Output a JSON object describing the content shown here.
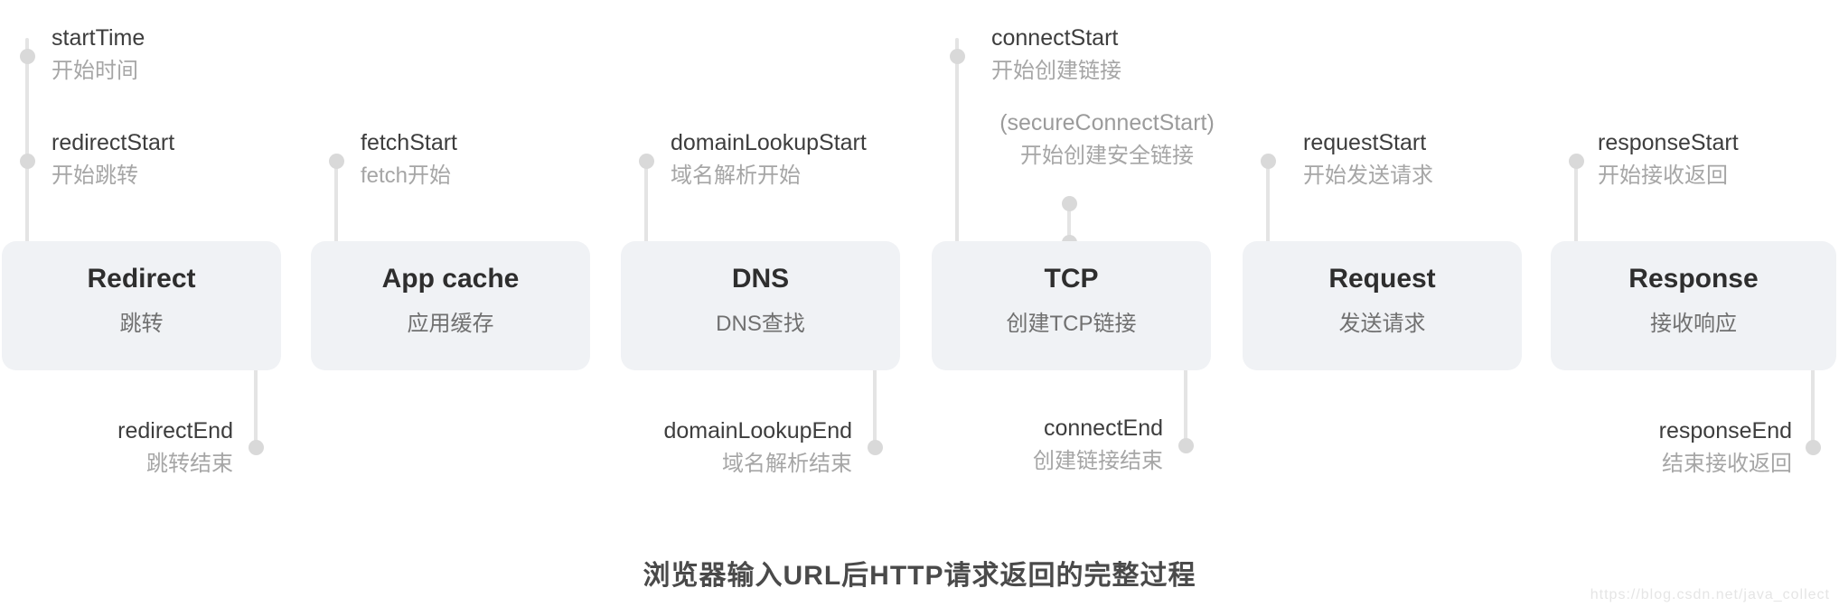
{
  "diagram": {
    "caption": "浏览器输入URL后HTTP请求返回的完整过程",
    "watermark": "https://blog.csdn.net/java_collect"
  },
  "stages": [
    {
      "id": "redirect",
      "title": "Redirect",
      "subtitle": "跳转"
    },
    {
      "id": "app-cache",
      "title": "App cache",
      "subtitle": "应用缓存"
    },
    {
      "id": "dns",
      "title": "DNS",
      "subtitle": "DNS查找"
    },
    {
      "id": "tcp",
      "title": "TCP",
      "subtitle": "创建TCP链接"
    },
    {
      "id": "request",
      "title": "Request",
      "subtitle": "发送请求"
    },
    {
      "id": "response",
      "title": "Response",
      "subtitle": "接收响应"
    }
  ],
  "markers": {
    "startTime": {
      "en": "startTime",
      "zh": "开始时间"
    },
    "redirectStart": {
      "en": "redirectStart",
      "zh": "开始跳转"
    },
    "redirectEnd": {
      "en": "redirectEnd",
      "zh": "跳转结束"
    },
    "fetchStart": {
      "en": "fetchStart",
      "zh": "fetch开始"
    },
    "domainLookupStart": {
      "en": "domainLookupStart",
      "zh": "域名解析开始"
    },
    "domainLookupEnd": {
      "en": "domainLookupEnd",
      "zh": "域名解析结束"
    },
    "connectStart": {
      "en": "connectStart",
      "zh": "开始创建链接"
    },
    "secureConnectStart": {
      "en": "(secureConnectStart)",
      "zh": "开始创建安全链接"
    },
    "connectEnd": {
      "en": "connectEnd",
      "zh": "创建链接结束"
    },
    "requestStart": {
      "en": "requestStart",
      "zh": "开始发送请求"
    },
    "responseStart": {
      "en": "responseStart",
      "zh": "开始接收返回"
    },
    "responseEnd": {
      "en": "responseEnd",
      "zh": "结束接收返回"
    }
  },
  "colors": {
    "box_fill": "#f0f2f5",
    "connector": "#e4e4e4",
    "dot": "#d9d9d9",
    "label_en": "#3d3d3d",
    "label_zh": "#a6a6a6",
    "secure_label": "#9b9b9b",
    "box_title": "#2e2e2e",
    "box_subtitle": "#707070",
    "caption": "#4a4a4a",
    "watermark": "#e5e5e5"
  }
}
